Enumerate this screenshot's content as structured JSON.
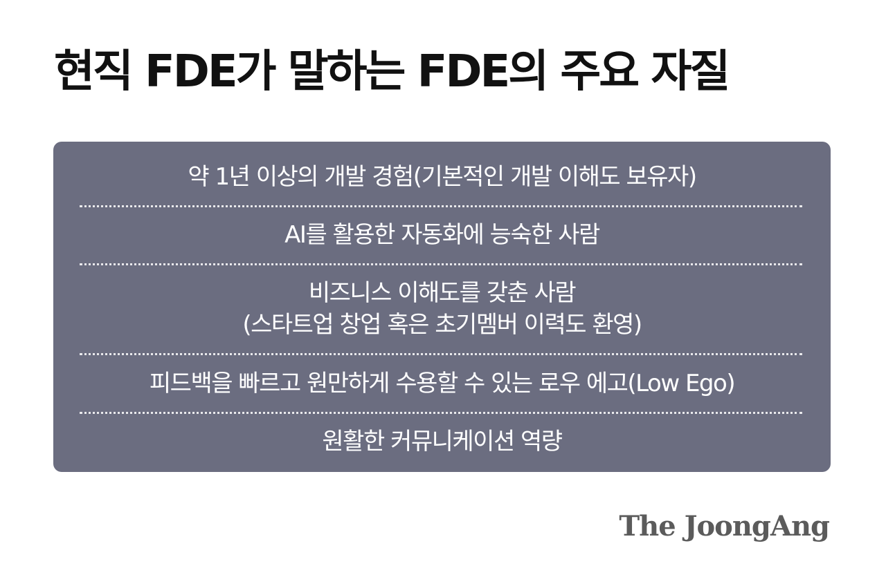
{
  "title": "현직 FDE가 말하는 FDE의 주요 자질",
  "items": [
    {
      "line1": "약 1년 이상의 개발 경험(기본적인 개발 이해도 보유자)"
    },
    {
      "line1": "AI를 활용한 자동화에 능숙한 사람"
    },
    {
      "line1": "비즈니스 이해도를 갖춘 사람",
      "line2": "(스타트업 창업 혹은 초기멤버 이력도 환영)"
    },
    {
      "line1": "피드백을 빠르고 원만하게 수용할 수 있는 로우 에고(Low Ego)"
    },
    {
      "line1": "원활한 커뮤니케이션 역량"
    }
  ],
  "logo": "The JoongAng",
  "colors": {
    "card_background": "#6b6d80",
    "title_text": "#111111",
    "item_text": "#ffffff",
    "logo_text": "#5b5b5b"
  }
}
